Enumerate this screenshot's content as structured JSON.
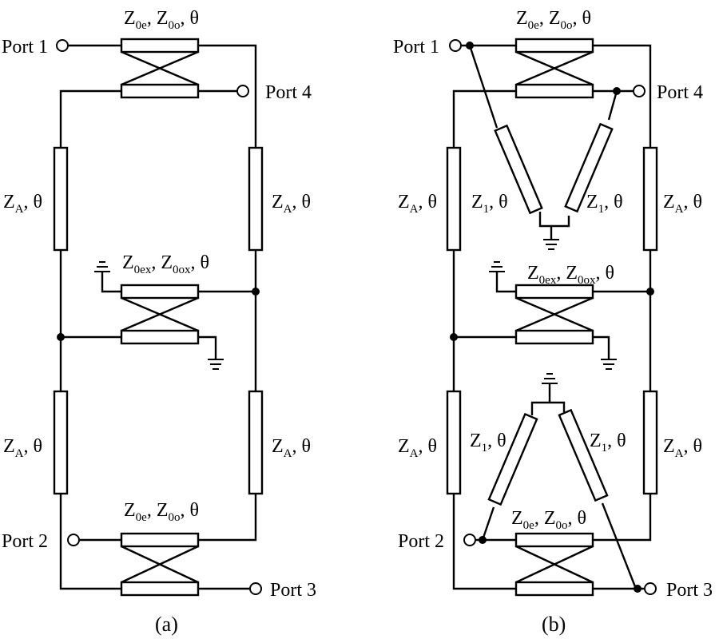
{
  "circuit_a": {
    "caption": "(a)",
    "ports": {
      "p1": "Port 1",
      "p2": "Port 2",
      "p3": "Port 3",
      "p4": "Port 4"
    },
    "top_coupler": {
      "z1": "Z",
      "s1": "0e",
      "sep": ", ",
      "z2": "Z",
      "s2": "0o",
      "tail": ", θ"
    },
    "mid_coupler": {
      "z1": "Z",
      "s1": "0ex",
      "sep": ", ",
      "z2": "Z",
      "s2": "0ox",
      "tail": ", θ"
    },
    "bottom_coupler": {
      "z1": "Z",
      "s1": "0e",
      "sep": ", ",
      "z2": "Z",
      "s2": "0o",
      "tail": ", θ"
    },
    "za_label": {
      "z": "Z",
      "sub": "A",
      "tail": ", θ"
    }
  },
  "circuit_b": {
    "caption": "(b)",
    "ports": {
      "p1": "Port 1",
      "p2": "Port 2",
      "p3": "Port 3",
      "p4": "Port 4"
    },
    "top_coupler": {
      "z1": "Z",
      "s1": "0e",
      "sep": ", ",
      "z2": "Z",
      "s2": "0o",
      "tail": ", θ"
    },
    "mid_coupler": {
      "z1": "Z",
      "s1": "0ex",
      "sep": ", ",
      "z2": "Z",
      "s2": "0ox",
      "tail": ", θ"
    },
    "bottom_coupler": {
      "z1": "Z",
      "s1": "0e",
      "sep": ", ",
      "z2": "Z",
      "s2": "0o",
      "tail": ", θ"
    },
    "za_label": {
      "z": "Z",
      "sub": "A",
      "tail": ", θ"
    },
    "z1_label": {
      "z": "Z",
      "sub": "1",
      "tail": ", θ"
    }
  }
}
